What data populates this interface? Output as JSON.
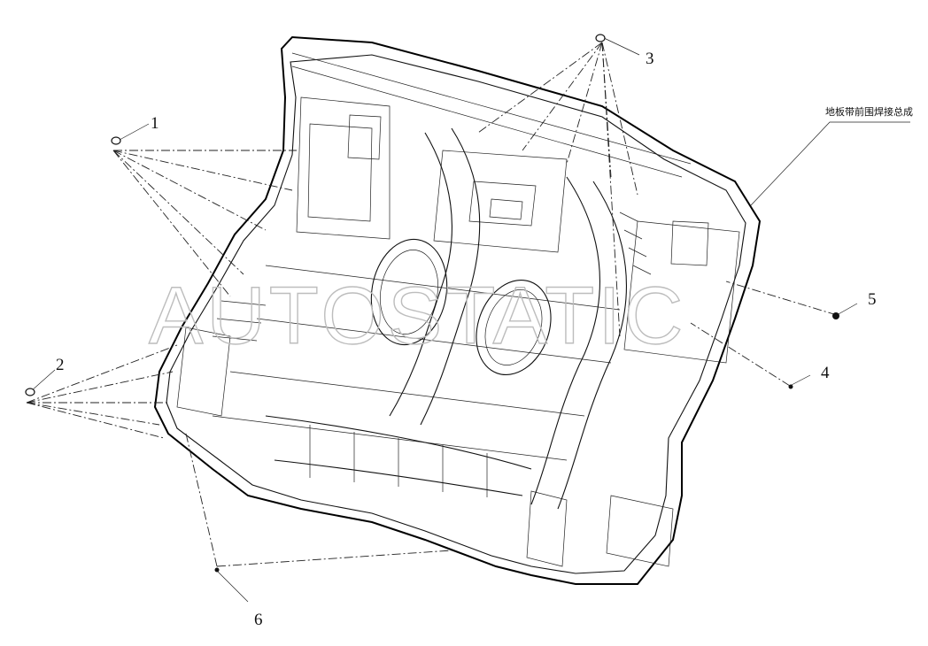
{
  "diagram": {
    "assembly_label": "地板带前围焊接总成",
    "watermark": "AUTOSTATIC",
    "callouts": [
      {
        "id": "c1",
        "number": "1"
      },
      {
        "id": "c2",
        "number": "2"
      },
      {
        "id": "c3",
        "number": "3"
      },
      {
        "id": "c4",
        "number": "4"
      },
      {
        "id": "c5",
        "number": "5"
      },
      {
        "id": "c6",
        "number": "6"
      }
    ]
  }
}
